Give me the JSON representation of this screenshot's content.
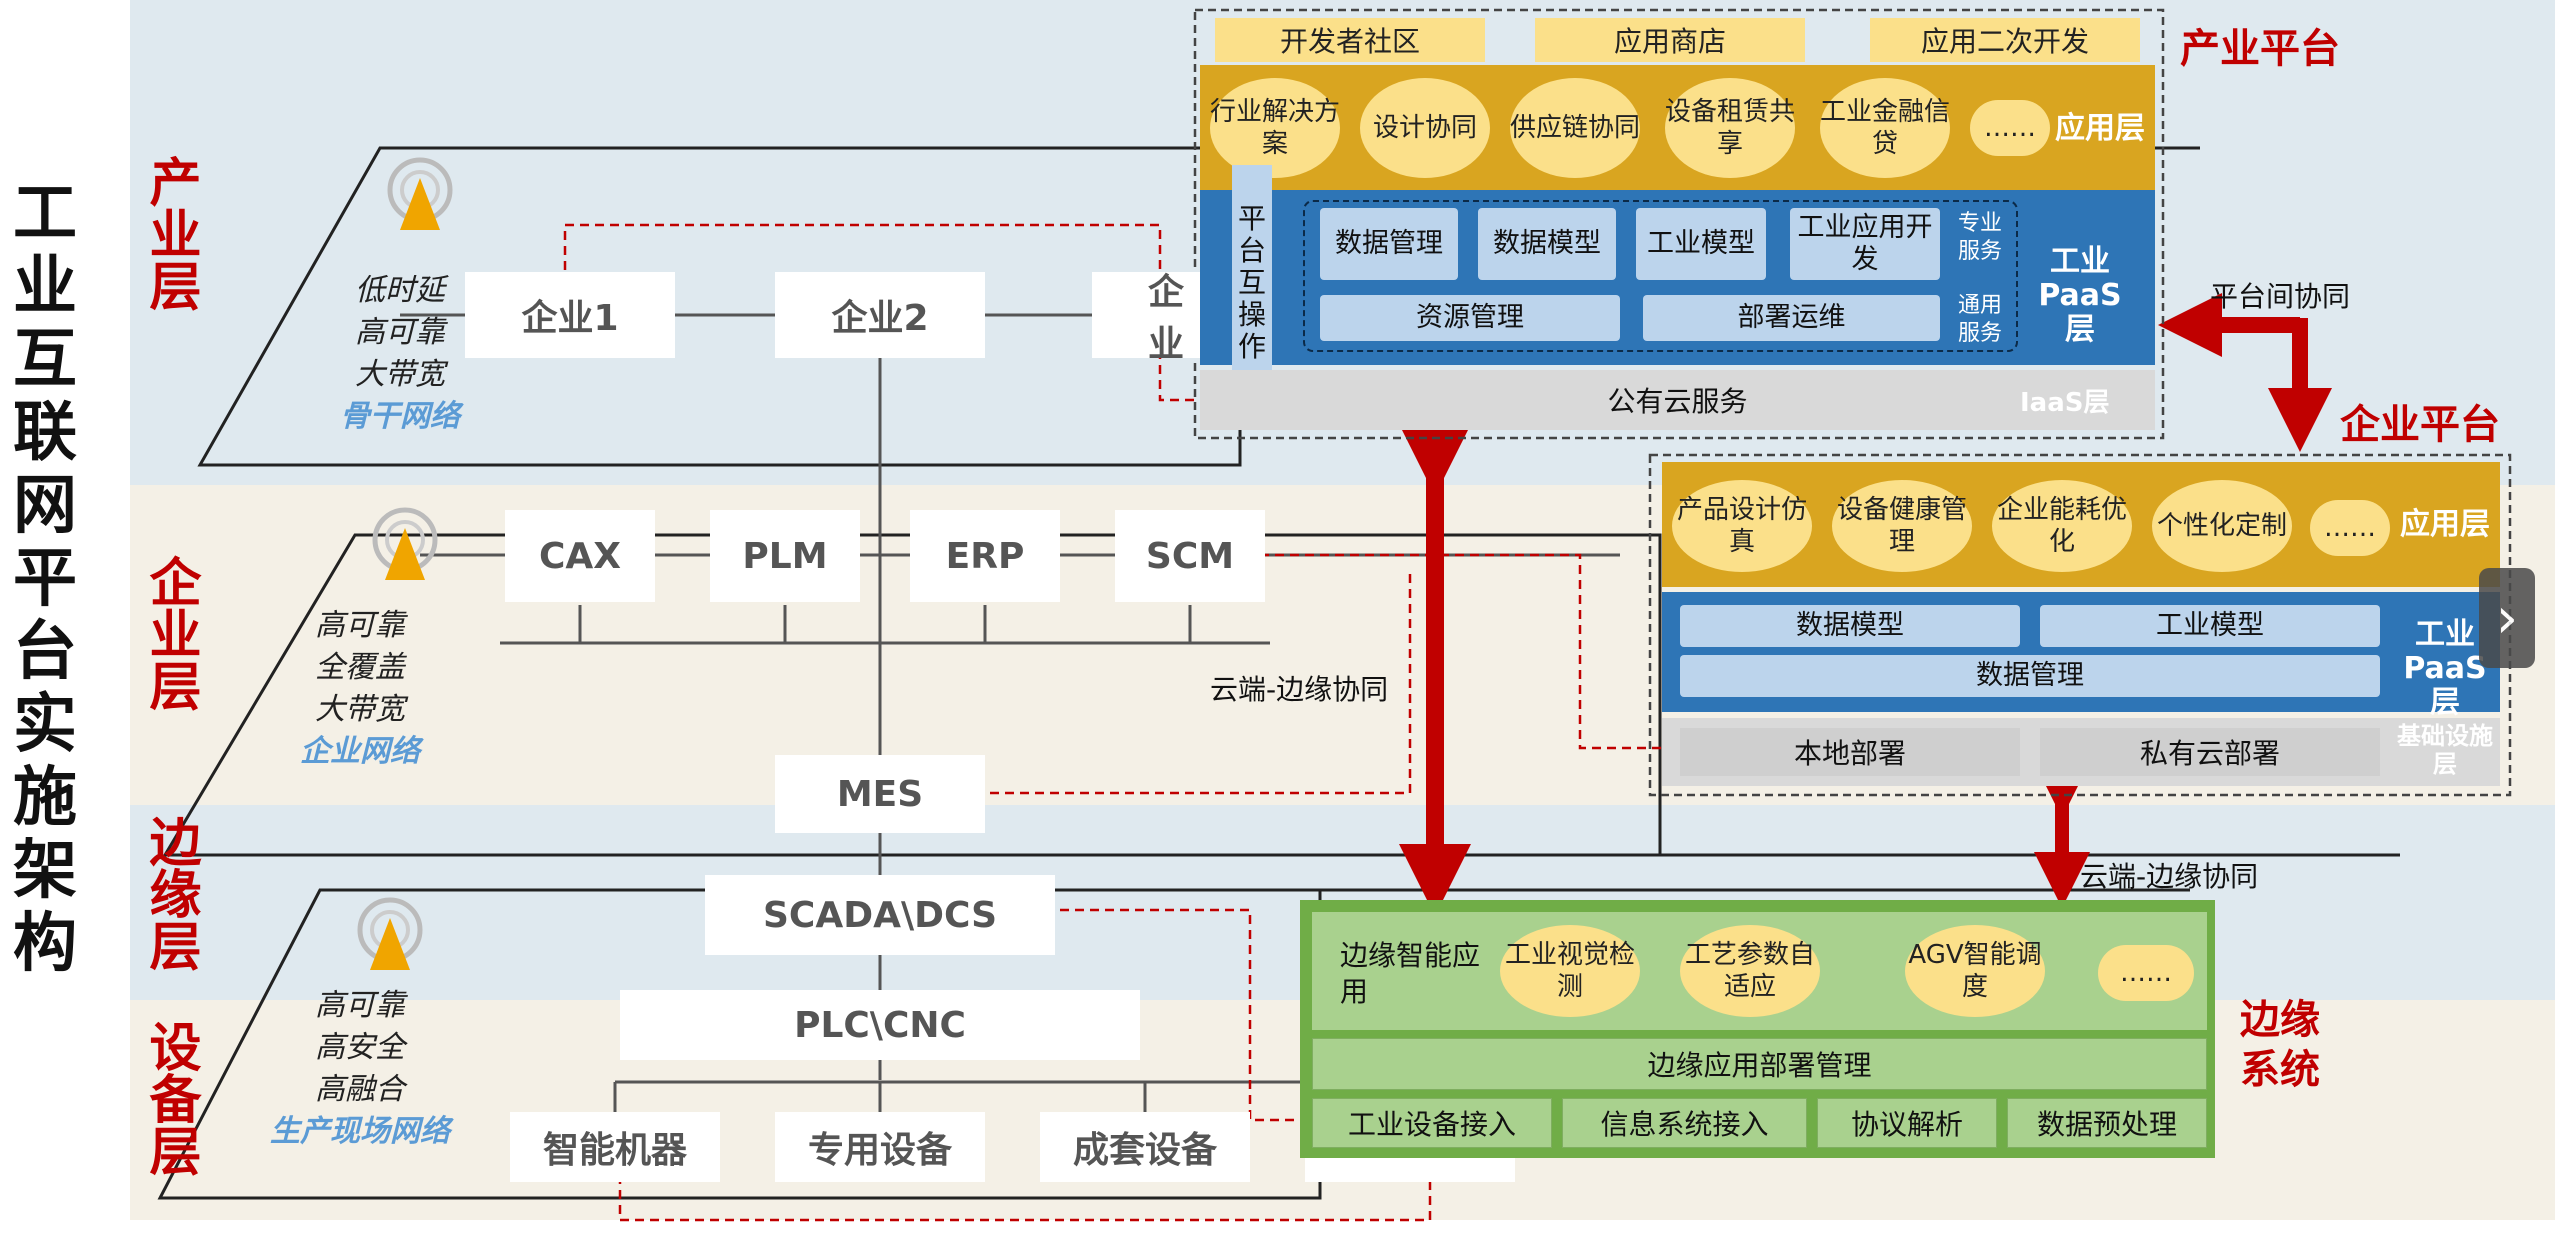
{
  "title": "工业互联网平台实施架构",
  "layers": {
    "industry": "产业层",
    "enterprise": "企业层",
    "edge": "边缘层",
    "device": "设备层"
  },
  "networks": {
    "backbone": {
      "lines": [
        "低时延",
        "高可靠",
        "大带宽"
      ],
      "name": "骨干网络"
    },
    "enterprise": {
      "lines": [
        "高可靠",
        "全覆盖",
        "大带宽"
      ],
      "name": "企业网络"
    },
    "production": {
      "lines": [
        "高可靠",
        "高安全",
        "高融合"
      ],
      "name": "生产现场网络"
    }
  },
  "industry_nodes": [
    "企业1",
    "企业2",
    "企业"
  ],
  "enterprise_systems": [
    "CAX",
    "PLM",
    "ERP",
    "SCM"
  ],
  "mes": "MES",
  "scada": "SCADA\\DCS",
  "plc": "PLC\\CNC",
  "devices": [
    "智能机器",
    "专用设备",
    "成套设备"
  ],
  "industry_platform": {
    "title": "产业平台",
    "top": [
      "开发者社区",
      "应用商店",
      "应用二次开发"
    ],
    "apps": [
      "行业解决方案",
      "设计协同",
      "供应链协同",
      "设备租赁共享",
      "工业金融信贷",
      "……"
    ],
    "app_layer": "应用层",
    "interop": "平台互操作",
    "pro_services": [
      "数据管理",
      "数据模型",
      "工业模型",
      "工业应用开发"
    ],
    "pro_label": "专业服务",
    "common_services": [
      "资源管理",
      "部署运维"
    ],
    "common_label": "通用服务",
    "paas_label": "工业PaaS层",
    "public_cloud": "公有云服务",
    "iaas": "IaaS层"
  },
  "platform_link": "平台间协同",
  "enterprise_platform": {
    "title": "企业平台",
    "apps": [
      "产品设计仿真",
      "设备健康管理",
      "企业能耗优化",
      "个性化定制",
      "……"
    ],
    "app_layer": "应用层",
    "data_model": "数据模型",
    "industry_model": "工业模型",
    "data_mgmt": "数据管理",
    "paas_label": "工业PaaS层",
    "local": "本地部署",
    "private": "私有云部署",
    "infra": "基础设施层"
  },
  "cloud_edge_1": "云端-边缘协同",
  "cloud_edge_2": "云端-边缘协同",
  "edge_system": {
    "title": "边缘系统",
    "intel_app": "边缘智能应用",
    "apps": [
      "工业视觉检测",
      "工艺参数自适应",
      "AGV智能调度",
      "……"
    ],
    "deploy": "边缘应用部署管理",
    "bottom": [
      "工业设备接入",
      "信息系统接入",
      "协议解析",
      "数据预处理"
    ]
  },
  "colors": {
    "red": "#c00000",
    "paas_blue": "#2e75b6",
    "app_gold": "#d9a520",
    "edge_green": "#70ad47"
  }
}
